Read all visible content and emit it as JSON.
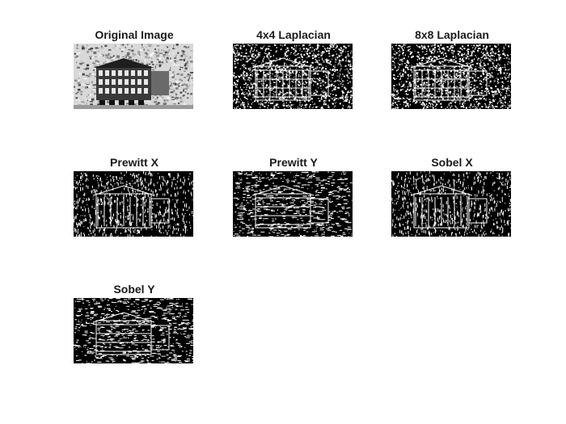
{
  "panels": [
    {
      "id": "original",
      "title": "Original Image",
      "style": "grayscale"
    },
    {
      "id": "lap4",
      "title": "4x4 Laplacian",
      "style": "edges-dense"
    },
    {
      "id": "lap8",
      "title": "8x8 Laplacian",
      "style": "edges-dense"
    },
    {
      "id": "prewittx",
      "title": "Prewitt X",
      "style": "edges-vertical"
    },
    {
      "id": "prewitty",
      "title": "Prewitt Y",
      "style": "edges-horizontal"
    },
    {
      "id": "sobelx",
      "title": "Sobel X",
      "style": "edges-vertical"
    },
    {
      "id": "sobely",
      "title": "Sobel Y",
      "style": "edges-horizontal"
    }
  ]
}
